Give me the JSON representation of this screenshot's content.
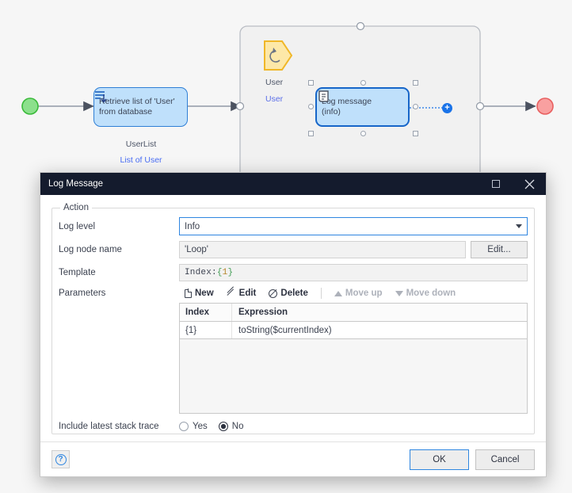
{
  "canvas": {
    "start_node": "start",
    "end_node": "end",
    "activity": {
      "title": "Retrieve list of 'User' from database",
      "caption": "UserList",
      "type_caption": "List of User",
      "icon": "database-list-icon"
    },
    "loop": {
      "icon": "loop-icon",
      "iterator_label": "User",
      "iterator_type": "User",
      "inner_node": {
        "line1": "Log message",
        "line2": "(info)",
        "icon": "log-document-icon"
      },
      "add_button": "+"
    }
  },
  "dialog": {
    "title": "Log Message",
    "window_controls": {
      "maximize": "maximize-icon",
      "close": "close-icon"
    },
    "fieldset_legend": "Action",
    "fields": {
      "log_level": {
        "label": "Log level",
        "value": "Info"
      },
      "log_node_name": {
        "label": "Log node name",
        "value": "'Loop'",
        "button": "Edit..."
      },
      "template": {
        "label": "Template",
        "prefix": "Index: ",
        "brace_open": "{",
        "token": "1",
        "brace_close": "}"
      },
      "parameters": {
        "label": "Parameters"
      }
    },
    "toolbar": [
      {
        "label": "New",
        "icon": "new-document-icon",
        "enabled": true
      },
      {
        "label": "Edit",
        "icon": "pencil-icon",
        "enabled": true
      },
      {
        "label": "Delete",
        "icon": "no-entry-icon",
        "enabled": true
      },
      {
        "label": "Move up",
        "icon": "triangle-up-icon",
        "enabled": false
      },
      {
        "label": "Move down",
        "icon": "triangle-down-icon",
        "enabled": false
      }
    ],
    "grid": {
      "columns": [
        "Index",
        "Expression"
      ],
      "rows": [
        {
          "index": "{1}",
          "expression": "toString($currentIndex)"
        }
      ]
    },
    "stack_trace": {
      "label": "Include latest stack trace",
      "options": [
        "Yes",
        "No"
      ],
      "selected": "No"
    },
    "footer": {
      "help": "?",
      "ok": "OK",
      "cancel": "Cancel"
    }
  },
  "colors": {
    "titlebar": "#141b2d",
    "node_fill": "#bfe0fb",
    "node_border": "#2f7fd6",
    "accent": "#1a73e8",
    "start": "#8ce08c",
    "end": "#f9a0a0",
    "loop_icon": "#f5c542"
  }
}
